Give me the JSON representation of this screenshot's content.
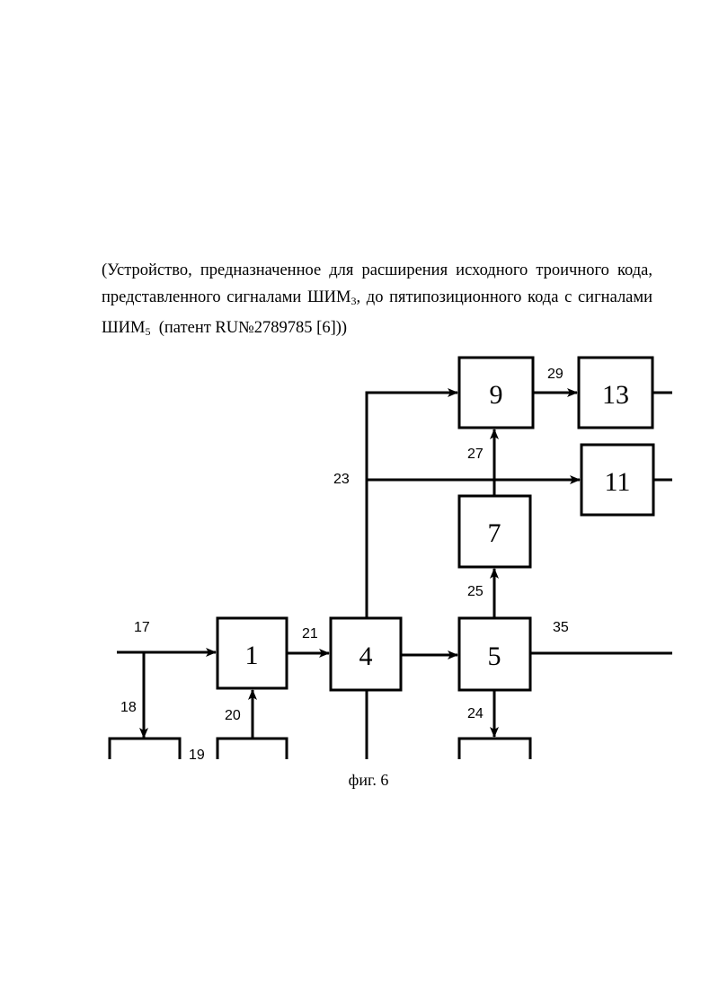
{
  "caption": {
    "line1": "(Устройство, предназначенное для расширения исходного троичного кода,",
    "line2_pre": "представленного сигналами  ШИМ",
    "line2_sub": "3",
    "line2_post": ", до пятипозиционного кода с сигналами",
    "line3_pre": "ШИМ",
    "line3_sub": "5",
    "line3_post": "  (патент RU№2789785 [6]))"
  },
  "figure_label": "фиг. 6",
  "blocks": {
    "b1": "1",
    "b4": "4",
    "b5": "5",
    "b7": "7",
    "b9": "9",
    "b11": "11",
    "b13": "13"
  },
  "signals": {
    "s17": "17",
    "s18": "18",
    "s19": "19",
    "s20": "20",
    "s21": "21",
    "s23": "23",
    "s24": "24",
    "s25": "25",
    "s27": "27",
    "s29": "29",
    "s35": "35"
  }
}
